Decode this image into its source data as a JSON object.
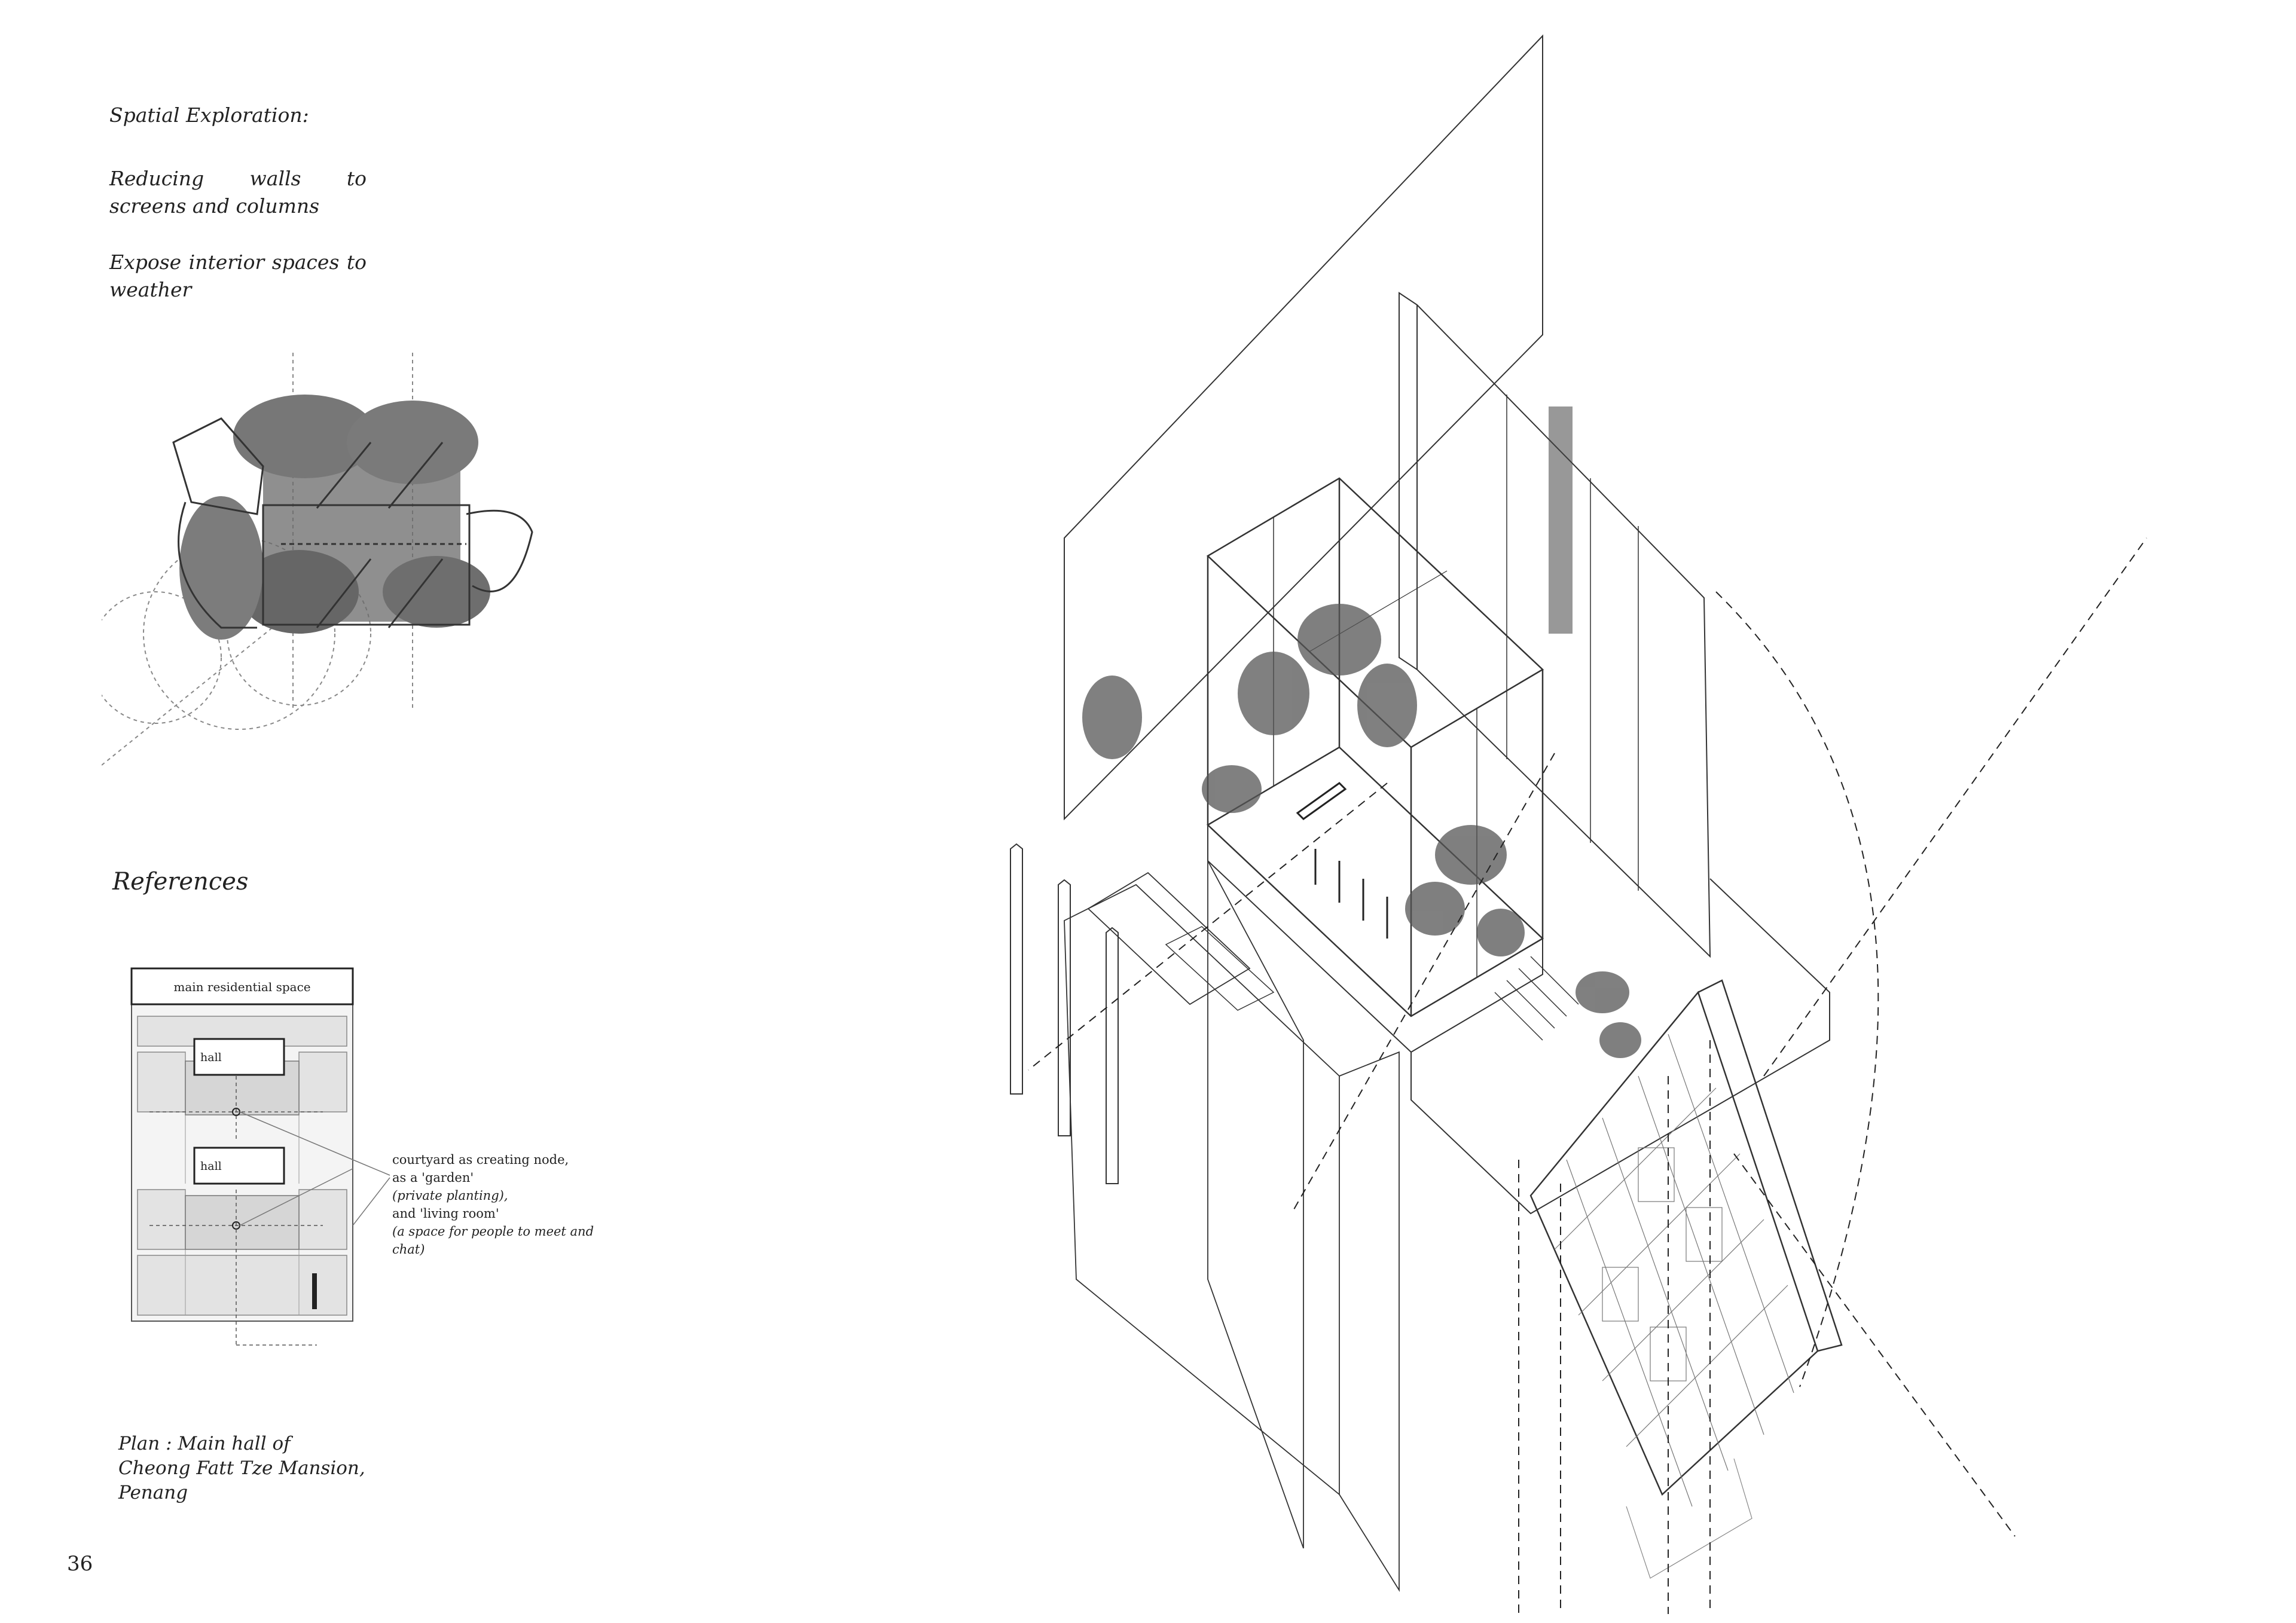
{
  "intro": {
    "title": "Spatial Exploration:",
    "line1": "Reducing walls to screens and columns",
    "line2": "Expose interior spaces to weather"
  },
  "references": {
    "heading": "References"
  },
  "plan": {
    "label_top": "main residential space",
    "label_hall_1": "hall",
    "label_hall_2": "hall",
    "note": {
      "line1": "courtyard as creating node,",
      "line2": "as a 'garden'",
      "line3": "(private planting),",
      "line4": "and 'living room'",
      "line5": "(a space for people to meet and chat)"
    },
    "caption": {
      "line1": "Plan : Main hall  of",
      "line2": "Cheong Fatt Tze Mansion,",
      "line3": "Penang"
    }
  },
  "page_number": "36",
  "colors": {
    "ink": "#222222",
    "line": "#444444",
    "foliage": "#555555",
    "plan_fill": "#dddddd"
  }
}
